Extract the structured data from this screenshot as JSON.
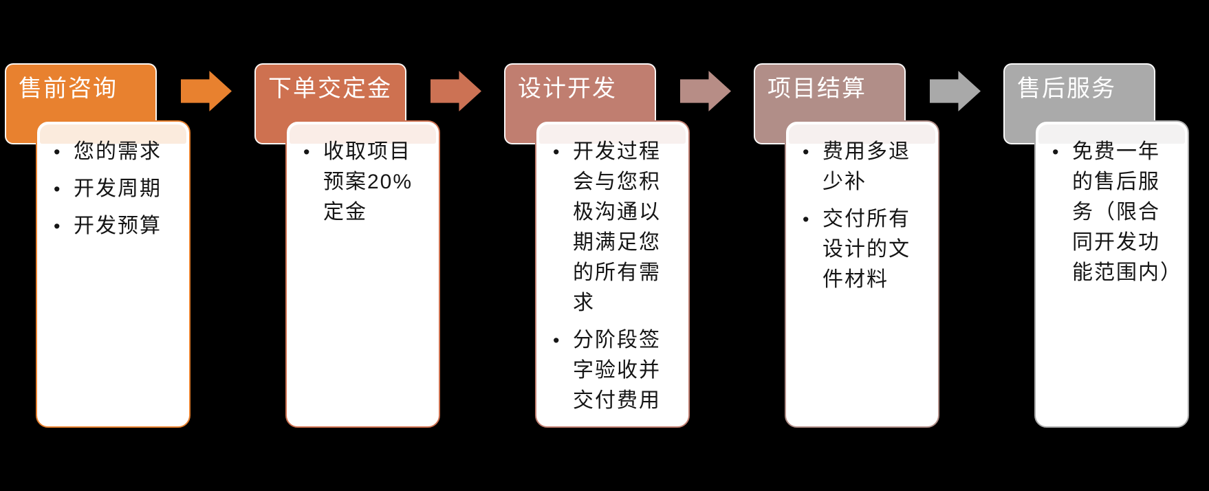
{
  "diagram_title": "",
  "bullet_char": "•",
  "background_color": "#000000",
  "stages": [
    {
      "title": "售前咨询",
      "color": "#E8812F",
      "tint": "#FBEBDD",
      "bullets": [
        "您的需求",
        "开发周期",
        "开发预算"
      ]
    },
    {
      "title": "下单交定金",
      "color": "#CE7150",
      "tint": "#FAEDE7",
      "bullets": [
        "收取项目\n预案20%\n定金"
      ]
    },
    {
      "title": "设计开发",
      "color": "#C07E70",
      "tint": "#F8F0EE",
      "bullets": [
        "开发过程\n会与您积\n极沟通以\n期满足您\n的所有需\n求",
        "分阶段签\n字验收并\n交付费用"
      ]
    },
    {
      "title": "项目结算",
      "color": "#B18E88",
      "tint": "#F6F0EF",
      "bullets": [
        "费用多退\n少补",
        "交付所有\n设计的文\n件材料"
      ]
    },
    {
      "title": "售后服务",
      "color": "#AAAAAA",
      "tint": "#F3F2F2",
      "bullets": [
        "免费一年\n的售后服\n务（限合\n同开发功\n能范围内）"
      ]
    }
  ],
  "arrows": [
    {
      "name": "flow-arrow-1",
      "color": "#E8812F"
    },
    {
      "name": "flow-arrow-2",
      "color": "#CC7254"
    },
    {
      "name": "flow-arrow-3",
      "color": "#B78D86"
    },
    {
      "name": "flow-arrow-4",
      "color": "#A9A9A9"
    }
  ]
}
